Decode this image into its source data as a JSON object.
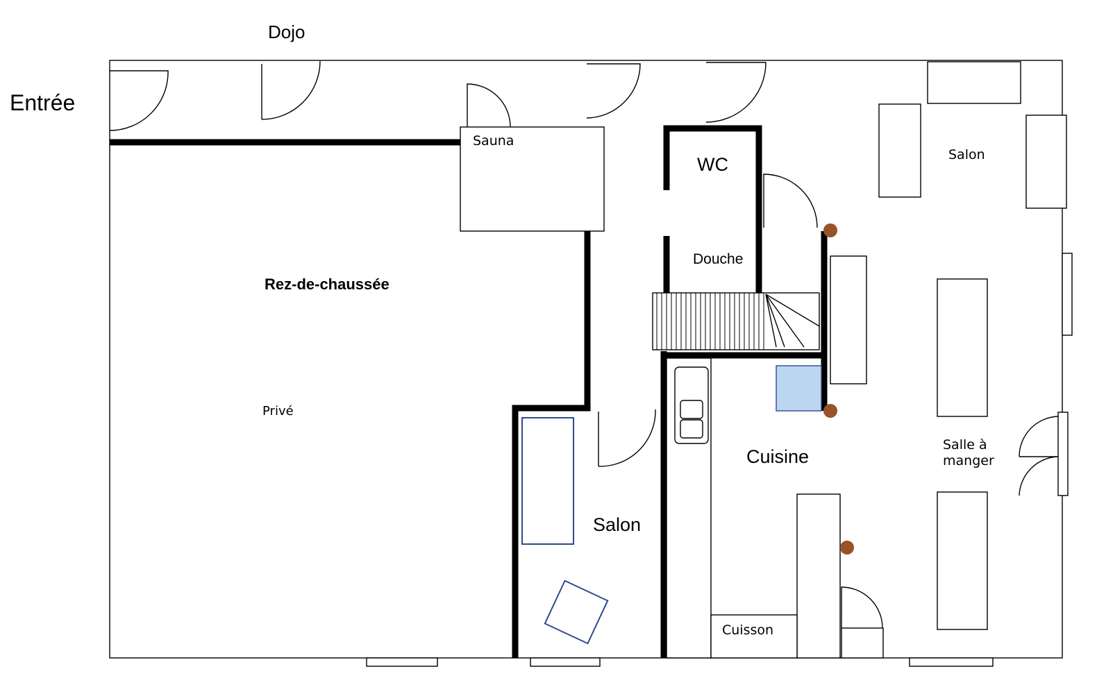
{
  "labels": {
    "dojo": "Dojo",
    "entree": "Entrée",
    "sauna": "Sauna",
    "wc": "WC",
    "douche": "Douche",
    "salon_top": "Salon",
    "rez_de_chaussee": "Rez-de-chaussée",
    "prive": "Privé",
    "cuisine": "Cuisine",
    "salle_line1": "Salle à",
    "salle_line2": "manger",
    "salon_middle": "Salon",
    "cuisson": "Cuisson"
  },
  "colors": {
    "wall": "#000000",
    "furniture_blue_outline": "#2e4a8c",
    "sink_fill": "#bcd6f2",
    "post": "#9a5228"
  }
}
